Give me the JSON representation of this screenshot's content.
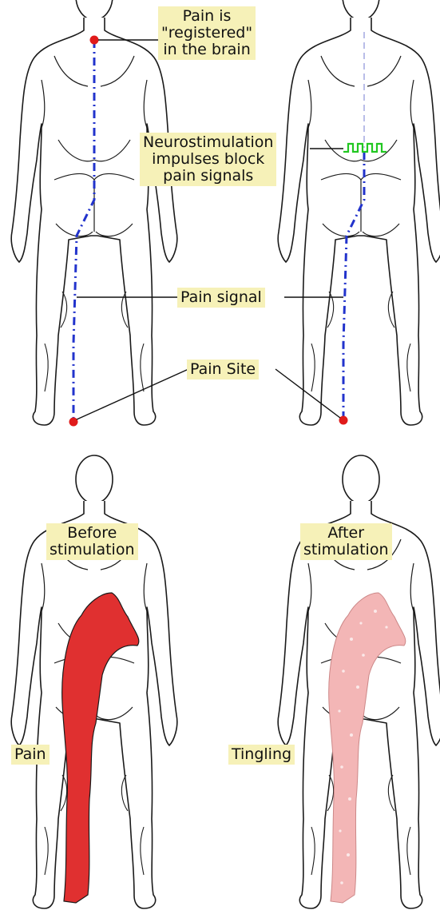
{
  "labels": {
    "brain": "Pain is\n\"registered\"\nin the brain",
    "neuro": "Neurostimulation\nimpulses block\npain signals",
    "signal": "Pain signal",
    "site": "Pain Site",
    "before": "Before\nstimulation",
    "after": "After\nstimulation",
    "pain": "Pain",
    "tingling": "Tingling"
  },
  "colors": {
    "outline": "#1a1a1a",
    "pain_dot": "#e01b1b",
    "signal_line": "#2233cc",
    "impulse": "#22c722",
    "pain_fill": "#e03030",
    "tingling_fill": "#f3b6b6",
    "label_bg": "#f6f1b8"
  }
}
